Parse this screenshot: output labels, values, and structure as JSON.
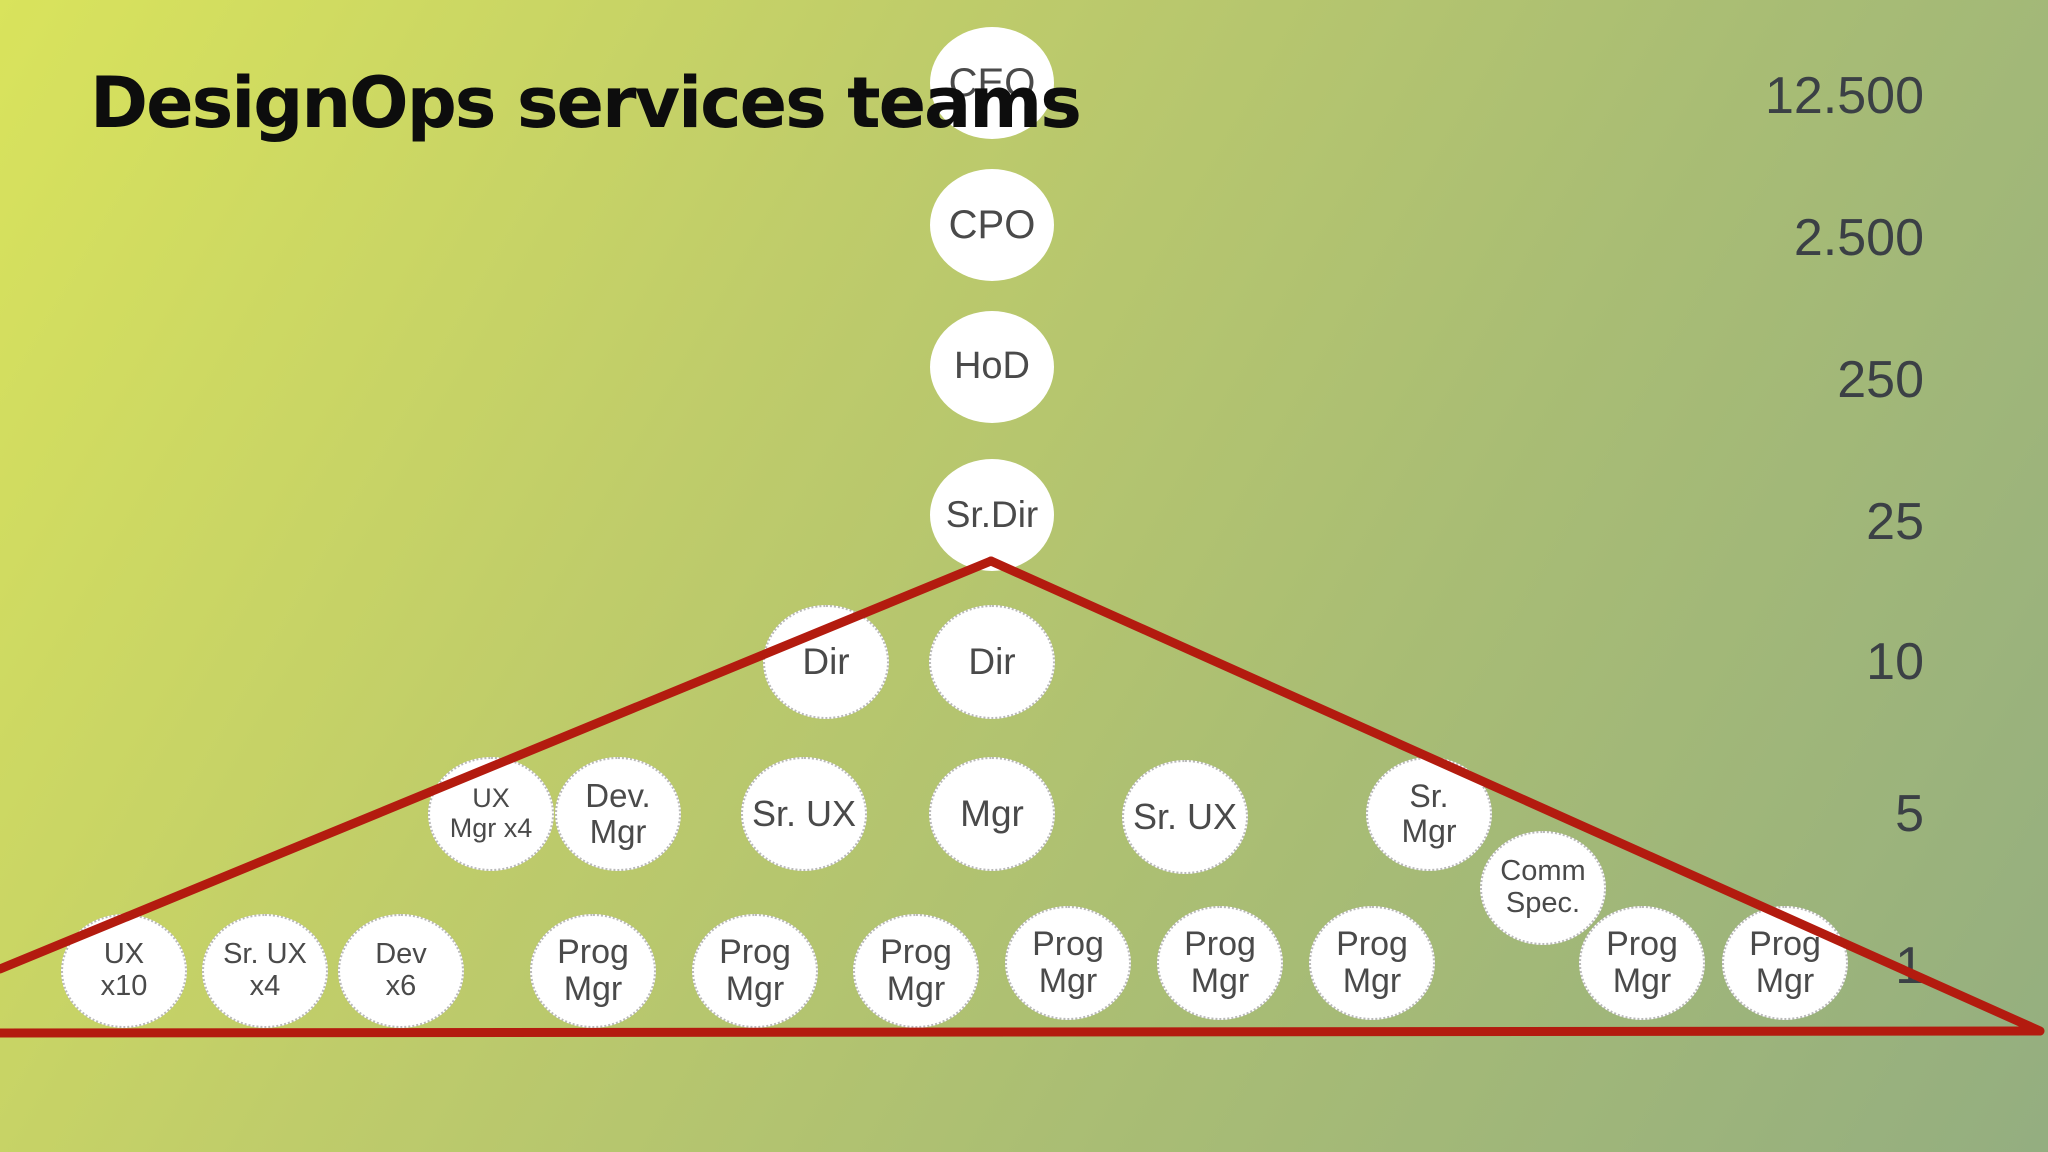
{
  "title": "DesignOps services teams",
  "colors": {
    "triangle": "#b31b0f"
  },
  "scale": [
    "12.500",
    "2.500",
    "250",
    "25",
    "10",
    "5",
    "1"
  ],
  "nodes": {
    "ceo": "CEO",
    "cpo": "CPO",
    "hod": "HoD",
    "sr_dir": "Sr.Dir",
    "dir_left": "Dir",
    "dir_right": "Dir",
    "ux_mgr": "UX\nMgr x4",
    "dev_mgr": "Dev.\nMgr",
    "sr_ux_left": "Sr. UX",
    "mgr": "Mgr",
    "sr_ux_right": "Sr. UX",
    "sr_mgr": "Sr.\nMgr",
    "comm_spec": "Comm\nSpec.",
    "ux_x10": "UX\nx10",
    "sr_ux_x4": "Sr. UX\nx4",
    "dev_x6": "Dev\nx6",
    "prog_mgr_1": "Prog\nMgr",
    "prog_mgr_2": "Prog\nMgr",
    "prog_mgr_3": "Prog\nMgr",
    "prog_mgr_4": "Prog\nMgr",
    "prog_mgr_5": "Prog\nMgr",
    "prog_mgr_6": "Prog\nMgr",
    "prog_mgr_7": "Prog\nMgr",
    "prog_mgr_8": "Prog\nMgr"
  }
}
